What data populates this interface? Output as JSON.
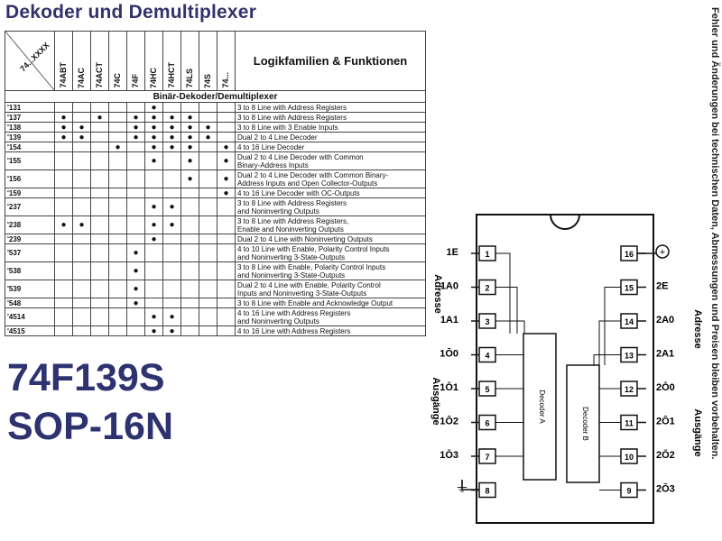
{
  "title": "Dekoder und Demultiplexer",
  "side_note": "Fehler und Änderungen bei technischen Daten, Abmessungen und Preisen bleiben vorbehalten.",
  "part_number": "74F139S",
  "package": "SOP-16N",
  "table": {
    "corner_label": "74...XXXX",
    "families": [
      "74ABT",
      "74AC",
      "74ACT",
      "74C",
      "74F",
      "74HC",
      "74HCT",
      "74LS",
      "74S",
      "74..."
    ],
    "header_func": "Logikfamilien & Funktionen",
    "section": "Binär-Dekoder/Demultiplexer",
    "rows": [
      {
        "pn": "'131",
        "d": [
          0,
          0,
          0,
          0,
          0,
          1,
          0,
          0,
          0,
          0
        ],
        "desc": [
          "3 to 8 Line with Address Registers"
        ]
      },
      {
        "pn": "'137",
        "d": [
          1,
          0,
          1,
          0,
          1,
          1,
          1,
          1,
          0,
          0
        ],
        "desc": [
          "3 to 8 Line with Address Registers"
        ]
      },
      {
        "pn": "'138",
        "d": [
          1,
          1,
          0,
          0,
          1,
          1,
          1,
          1,
          1,
          0
        ],
        "desc": [
          "3 to 8 Line with 3 Enable Inputs"
        ]
      },
      {
        "pn": "'139",
        "d": [
          1,
          1,
          0,
          0,
          1,
          1,
          1,
          1,
          1,
          0
        ],
        "desc": [
          "Dual 2 to 4 Line Decoder"
        ]
      },
      {
        "pn": "'154",
        "d": [
          0,
          0,
          0,
          1,
          0,
          1,
          1,
          1,
          0,
          1
        ],
        "desc": [
          "4 to 16 Line Decoder"
        ]
      },
      {
        "pn": "'155",
        "d": [
          0,
          0,
          0,
          0,
          0,
          1,
          0,
          1,
          0,
          1
        ],
        "desc": [
          "Dual 2 to 4 Line Decoder with Common",
          "Binary-Address Inputs"
        ]
      },
      {
        "pn": "'156",
        "d": [
          0,
          0,
          0,
          0,
          0,
          0,
          0,
          1,
          0,
          1
        ],
        "desc": [
          "Dual 2 to 4 Line Decoder with Common Binary-",
          "Address Inputs and Open Collector-Outputs"
        ]
      },
      {
        "pn": "'159",
        "d": [
          0,
          0,
          0,
          0,
          0,
          0,
          0,
          0,
          0,
          1
        ],
        "desc": [
          "4 to 16 Line Decoder with OC-Outputs"
        ]
      },
      {
        "pn": "'237",
        "d": [
          0,
          0,
          0,
          0,
          0,
          1,
          1,
          0,
          0,
          0
        ],
        "desc": [
          "3 to 8 Line with Address Registers",
          "and Noninverting Outputs"
        ]
      },
      {
        "pn": "'238",
        "d": [
          1,
          1,
          0,
          0,
          0,
          1,
          1,
          0,
          0,
          0
        ],
        "desc": [
          "3 to 8 Line with Address Registers,",
          "Enable and Noninverting Outputs"
        ]
      },
      {
        "pn": "'239",
        "d": [
          0,
          0,
          0,
          0,
          0,
          1,
          0,
          0,
          0,
          0
        ],
        "desc": [
          "Dual 2 to 4 Line with Noninverting Outputs"
        ]
      },
      {
        "pn": "'537",
        "d": [
          0,
          0,
          0,
          0,
          1,
          0,
          0,
          0,
          0,
          0
        ],
        "desc": [
          "4 to 10 Line with Enable, Polarity Control Inputs",
          "and Noninverting 3-State-Outputs"
        ]
      },
      {
        "pn": "'538",
        "d": [
          0,
          0,
          0,
          0,
          1,
          0,
          0,
          0,
          0,
          0
        ],
        "desc": [
          "3 to 8 Line with Enable, Polarity Control Inputs",
          "and Noninverting 3-State-Outputs"
        ]
      },
      {
        "pn": "'539",
        "d": [
          0,
          0,
          0,
          0,
          1,
          0,
          0,
          0,
          0,
          0
        ],
        "desc": [
          "Dual 2 to 4 Line with Enable, Polarity Control",
          "Inputs and Noninverting 3-State-Outputs"
        ]
      },
      {
        "pn": "'548",
        "d": [
          0,
          0,
          0,
          0,
          1,
          0,
          0,
          0,
          0,
          0
        ],
        "desc": [
          "3 to 8 Line with Enable and Acknowledge Output"
        ]
      },
      {
        "pn": "'4514",
        "d": [
          0,
          0,
          0,
          0,
          0,
          1,
          1,
          0,
          0,
          0
        ],
        "desc": [
          "4 to 16 Line with Address Registers",
          "and Noninverting Outputs"
        ]
      },
      {
        "pn": "'4515",
        "d": [
          0,
          0,
          0,
          0,
          0,
          1,
          1,
          0,
          0,
          0
        ],
        "desc": [
          "4 to 16 Line with Address Registers"
        ]
      }
    ]
  },
  "diagram": {
    "left_labels": [
      "1E",
      "1A0",
      "1A1",
      "1Ō0",
      "1Ō1",
      "1Ō2",
      "1Ō3",
      ""
    ],
    "right_labels": [
      "",
      "2E",
      "2A0",
      "2A1",
      "2Ō0",
      "2Ō1",
      "2Ō2",
      "2Ō3"
    ],
    "left_pins": [
      "1",
      "2",
      "3",
      "4",
      "5",
      "6",
      "7",
      "8"
    ],
    "right_pins": [
      "16",
      "15",
      "14",
      "13",
      "12",
      "11",
      "10",
      "9"
    ],
    "decoder_a": "Decoder A",
    "decoder_b": "Decoder B",
    "adresse_left": "Adresse",
    "ausgange_left": "Ausgänge",
    "adresse_right": "Adresse",
    "ausgange_right": "Ausgänge",
    "vcc_symbol": "+",
    "gnd_symbol": "⏚"
  }
}
